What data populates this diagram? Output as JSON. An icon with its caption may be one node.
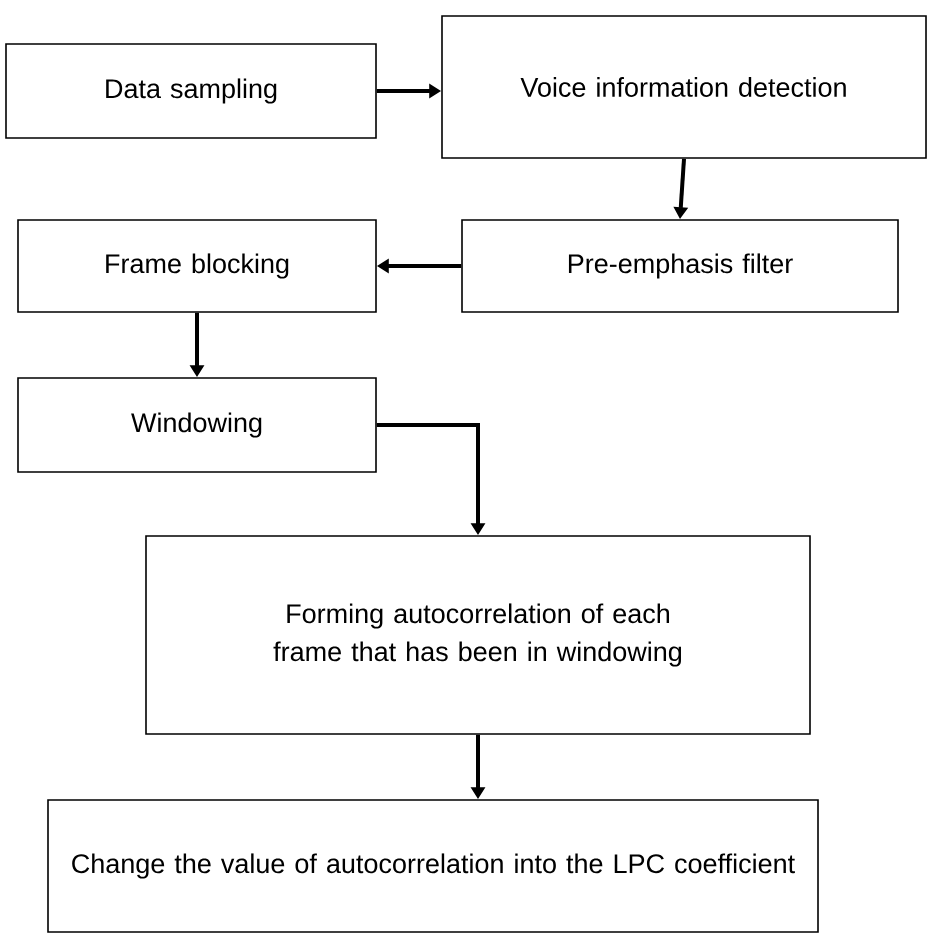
{
  "diagram": {
    "nodes": [
      {
        "text": [
          "Data sampling"
        ]
      },
      {
        "text": [
          "Voice information detection"
        ]
      },
      {
        "text": [
          "Pre-emphasis filter"
        ]
      },
      {
        "text": [
          "Frame blocking"
        ]
      },
      {
        "text": [
          "Windowing"
        ]
      },
      {
        "text": [
          "Forming autocorrelation of each frame that has been in windowing"
        ]
      },
      {
        "text": [
          "Change the value of autocorrelation into the LPC coefficient"
        ]
      }
    ],
    "edges": [
      {
        "from": 0,
        "to": 1,
        "arrow": "to"
      },
      {
        "from": 1,
        "to": 2,
        "arrow": "to"
      },
      {
        "from": 2,
        "to": 3,
        "arrow": "to"
      },
      {
        "from": 3,
        "to": 4,
        "arrow": "to"
      },
      {
        "from": 4,
        "to": 5,
        "arrow": "to"
      },
      {
        "from": 5,
        "to": 6,
        "arrow": "to"
      }
    ]
  }
}
